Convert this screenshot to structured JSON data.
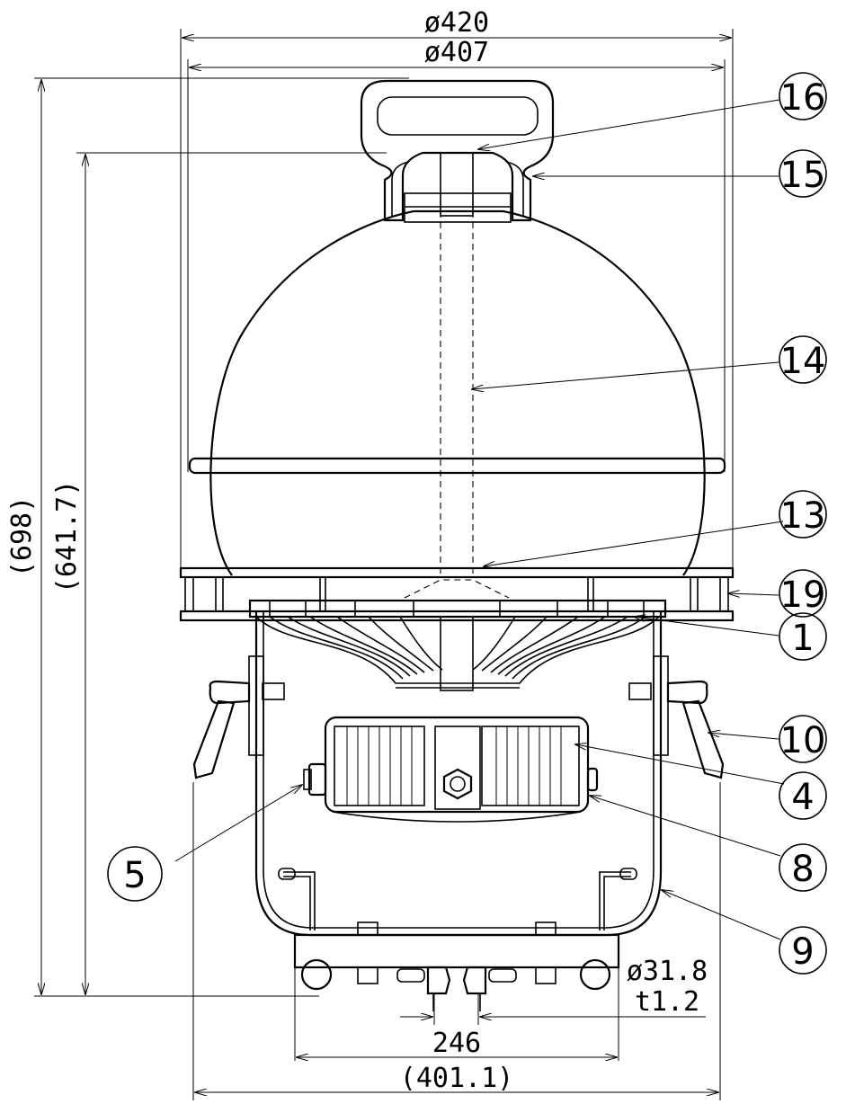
{
  "dimensions": {
    "top_outer": "ø420",
    "top_inner": "ø407",
    "left_outer": "(698)",
    "left_inner": "(641.7)",
    "pipe_dia": "ø31.8",
    "pipe_thk": "t1.2",
    "bottom_inner": "246",
    "bottom_outer": "(401.1)"
  },
  "callouts": [
    "16",
    "15",
    "14",
    "13",
    "19",
    "1",
    "10",
    "4",
    "8",
    "9",
    "5"
  ]
}
